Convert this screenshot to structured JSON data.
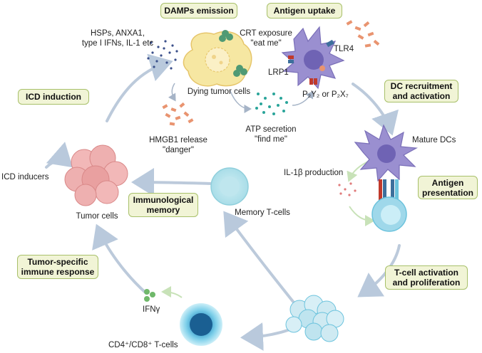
{
  "boxes": {
    "damps_emission": "DAMPs emission",
    "antigen_uptake": "Antigen uptake",
    "icd_induction": "ICD induction",
    "dc_recruitment": "DC recruitment",
    "dc_activation": "and activation",
    "antigen": "Antigen",
    "presentation": "presentation",
    "immunological": "Immunological",
    "memory": "memory",
    "tumor_specific": "Tumor-specific",
    "immune_response": "immune response",
    "t_cell_activation": "T-cell activation",
    "and_proliferation": "and proliferation"
  },
  "labels": {
    "damps_line1": "HSPs, ANXA1,",
    "damps_line2": "type I IFNs, IL-1 etc",
    "crt_line1": "CRT exposure",
    "crt_line2": "\"eat me\"",
    "tlr4": "TLR4",
    "lrp1": "LRP1",
    "p2": "P₂Y₂ or P₂X₇",
    "dying_tumor_cells": "Dying tumor cells",
    "hmgb1_line1": "HMGB1 release",
    "hmgb1_line2": "\"danger\"",
    "atp_line1": "ATP secretion",
    "atp_line2": "\"find me\"",
    "mature_dcs": "Mature DCs",
    "il1b": "IL-1β production",
    "icd_inducers": "ICD inducers",
    "tumor_cells": "Tumor cells",
    "memory_t_cells": "Memory T-cells",
    "ifng": "IFNγ",
    "cd4cd8": "CD4⁺/CD8⁺ T-cells"
  },
  "colors": {
    "box_fill": "#f1f4d6",
    "box_border": "#a8c06a",
    "cycle_arrow": "#b9c9dc",
    "dc_purple": "#9a8fd0",
    "tumor_yellow": "#f6e7a2",
    "tumor_red": "#e8a0a0",
    "t_cell_cyan": "#6cc3dd",
    "hmgb1_orange": "#e99470",
    "atp_teal": "#2aa59a",
    "damp_dots": "#3a4f8a"
  },
  "icons": [
    "dying-tumor-cell",
    "dendritic-cell",
    "mature-dendritic-cell",
    "tumor-cell-cluster",
    "memory-t-cell",
    "effector-t-cell",
    "proliferating-t-cells",
    "crt-protein",
    "receptor"
  ]
}
